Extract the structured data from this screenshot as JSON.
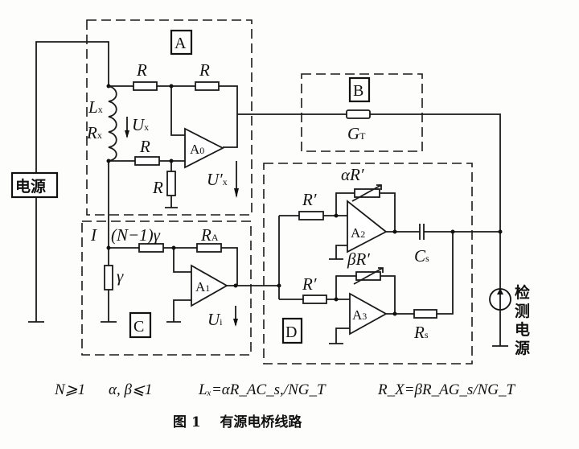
{
  "blocks": {
    "a": "A",
    "b": "B",
    "c": "C",
    "d": "D"
  },
  "power_source": "电源",
  "detect_source": [
    "检",
    "测",
    "电",
    "源"
  ],
  "labels": {
    "r_top1": "R",
    "r_top2": "R",
    "r_mid": "R",
    "r_ground": "R",
    "lx": "L",
    "lx_sub": "x",
    "rx": "R",
    "rx_sub": "x",
    "ux": "U",
    "ux_sub": "x",
    "ux_prime": "U′",
    "ux_prime_sub": "x",
    "gt": "G",
    "gt_sub": "T",
    "i": "I",
    "n_gamma": "(N−1)γ",
    "ra": "R",
    "ra_sub": "A",
    "gamma": "γ",
    "ui": "U",
    "ui_sub": "i",
    "r_prime_1": "R′",
    "alpha_r": "αR′",
    "cs": "C",
    "cs_sub": "s",
    "r_prime_2": "R′",
    "beta_r": "βR′",
    "rs": "R",
    "rs_sub": "s"
  },
  "opamps": {
    "a0": "A",
    "a0_sub": "0",
    "a1": "A",
    "a1_sub": "1",
    "a2": "A",
    "a2_sub": "2",
    "a3": "A",
    "a3_sub": "3"
  },
  "formula": {
    "cond1": "N⩾1",
    "cond2": "α, β⩽1",
    "lx_eq": "Lₓ=αR_AC_s,/NG_T",
    "rx_eq": "R_X=βR_AG_s/NG_T"
  },
  "caption": "图 1    有源电桥线路"
}
